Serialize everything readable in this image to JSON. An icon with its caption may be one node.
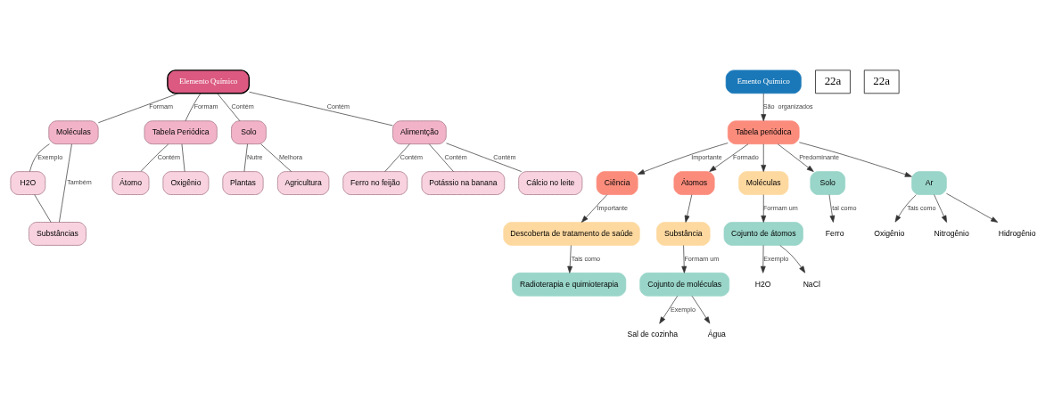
{
  "diagram": {
    "nodes": [
      {
        "text": [
          "H2O"
        ]
      },
      {
        "text": [
          "Substâncias"
        ]
      },
      {
        "text": [
          "Moléculas"
        ]
      },
      {
        "text": [
          "Átomo"
        ]
      },
      {
        "text": [
          "Tabela Periódica"
        ]
      },
      {
        "text": [
          "Elemento Químico"
        ]
      },
      {
        "text": [
          "Solo"
        ]
      },
      {
        "text": [
          "Plantas"
        ]
      },
      {
        "text": [
          "Oxigênio"
        ]
      },
      {
        "text": [
          "Agricultura"
        ]
      },
      {
        "text": [
          "Alimentção"
        ]
      },
      {
        "text": [
          "Ferro no feijão"
        ]
      },
      {
        "text": [
          "Potássio na banana"
        ]
      },
      {
        "text": [
          "Cálcio no leite"
        ]
      },
      {
        "text": [
          "Emento Químico"
        ]
      },
      {
        "text": [
          "Ciência"
        ]
      },
      {
        "text": [
          "Tabela periódica"
        ]
      },
      {
        "text": [
          "Átomos"
        ]
      },
      {
        "text": [
          "Descoberta de tratamento de saúde"
        ]
      },
      {
        "text": [
          "Moléculas"
        ]
      },
      {
        "text": [
          "Substância"
        ]
      },
      {
        "text": [
          "Radioterapia e quimioterapia"
        ]
      },
      {
        "text": [
          "Solo"
        ]
      },
      {
        "text": [
          "Ar"
        ]
      },
      {
        "text": [
          "Cojunto de átomos"
        ]
      },
      {
        "text": [
          "Cojunto de moléculas"
        ]
      },
      {
        "text": [
          "Ferro"
        ]
      },
      {
        "text": [
          "Oxigênio"
        ]
      },
      {
        "text": [
          "Nitrogênio"
        ]
      },
      {
        "text": [
          "Hidrogênio"
        ]
      },
      {
        "text": [
          "H2O"
        ]
      },
      {
        "text": [
          "NaCl"
        ]
      },
      {
        "text": [
          "Sal de cozinha"
        ]
      },
      {
        "text": [
          "Água"
        ]
      }
    ],
    "edges": [
      {
        "from": 0,
        "to": 1,
        "arrow": "none"
      },
      {
        "from": 2,
        "to": 0,
        "arrow": "none",
        "label": "Exemplo"
      },
      {
        "from": 2,
        "to": 1,
        "arrow": "none",
        "label": "Também"
      },
      {
        "from": 5,
        "to": 2,
        "arrow": "none",
        "label": "Formam"
      },
      {
        "from": 4,
        "to": 3,
        "arrow": "none",
        "label": "Contém"
      },
      {
        "from": 5,
        "to": 4,
        "arrow": "none",
        "label": "Formam"
      },
      {
        "from": 5,
        "to": 6,
        "arrow": "none",
        "label": "Contém"
      },
      {
        "from": 6,
        "to": 7,
        "arrow": "none",
        "label": "Nutre"
      },
      {
        "from": 4,
        "to": 8,
        "arrow": "none"
      },
      {
        "from": 6,
        "to": 9,
        "arrow": "none",
        "label": "Melhora"
      },
      {
        "from": 5,
        "to": 10,
        "arrow": "none",
        "label": "Contém"
      },
      {
        "from": 10,
        "to": 11,
        "arrow": "none",
        "label": "Contém"
      },
      {
        "from": 10,
        "to": 12,
        "arrow": "none",
        "label": "Contém"
      },
      {
        "from": 10,
        "to": 13,
        "arrow": "none",
        "label": "Contém"
      },
      {
        "from": 14,
        "to": 16,
        "arrow": "to",
        "label": "São  organizados"
      },
      {
        "from": 16,
        "to": 15,
        "arrow": "to",
        "label": "Importante"
      },
      {
        "from": 16,
        "to": 17,
        "arrow": "to",
        "label": "Formado"
      },
      {
        "from": 16,
        "to": 19,
        "arrow": "to"
      },
      {
        "from": 15,
        "to": 18,
        "arrow": "to",
        "label": "Importante"
      },
      {
        "from": 17,
        "to": 20,
        "arrow": "to"
      },
      {
        "from": 18,
        "to": 21,
        "arrow": "to",
        "label": "Tais como"
      },
      {
        "from": 16,
        "to": 22,
        "arrow": "to",
        "label": "Predominante"
      },
      {
        "from": 16,
        "to": 23,
        "arrow": "to"
      },
      {
        "from": 19,
        "to": 24,
        "arrow": "to",
        "label": "Formam um"
      },
      {
        "from": 20,
        "to": 25,
        "arrow": "to",
        "label": "Formam um"
      },
      {
        "from": 22,
        "to": 26,
        "arrow": "to",
        "label": "tal como"
      },
      {
        "from": 23,
        "to": 27,
        "arrow": "to",
        "label": "Tais como"
      },
      {
        "from": 23,
        "to": 28,
        "arrow": "to"
      },
      {
        "from": 23,
        "to": 29,
        "arrow": "to"
      },
      {
        "from": 24,
        "to": 30,
        "arrow": "to",
        "label": "Exemplo"
      },
      {
        "from": 24,
        "to": 31,
        "arrow": "to"
      },
      {
        "from": 25,
        "to": 32,
        "arrow": "to",
        "label": "Exemplo"
      },
      {
        "from": 25,
        "to": 33,
        "arrow": "to"
      }
    ],
    "labels": [
      "22a",
      "22a"
    ]
  }
}
